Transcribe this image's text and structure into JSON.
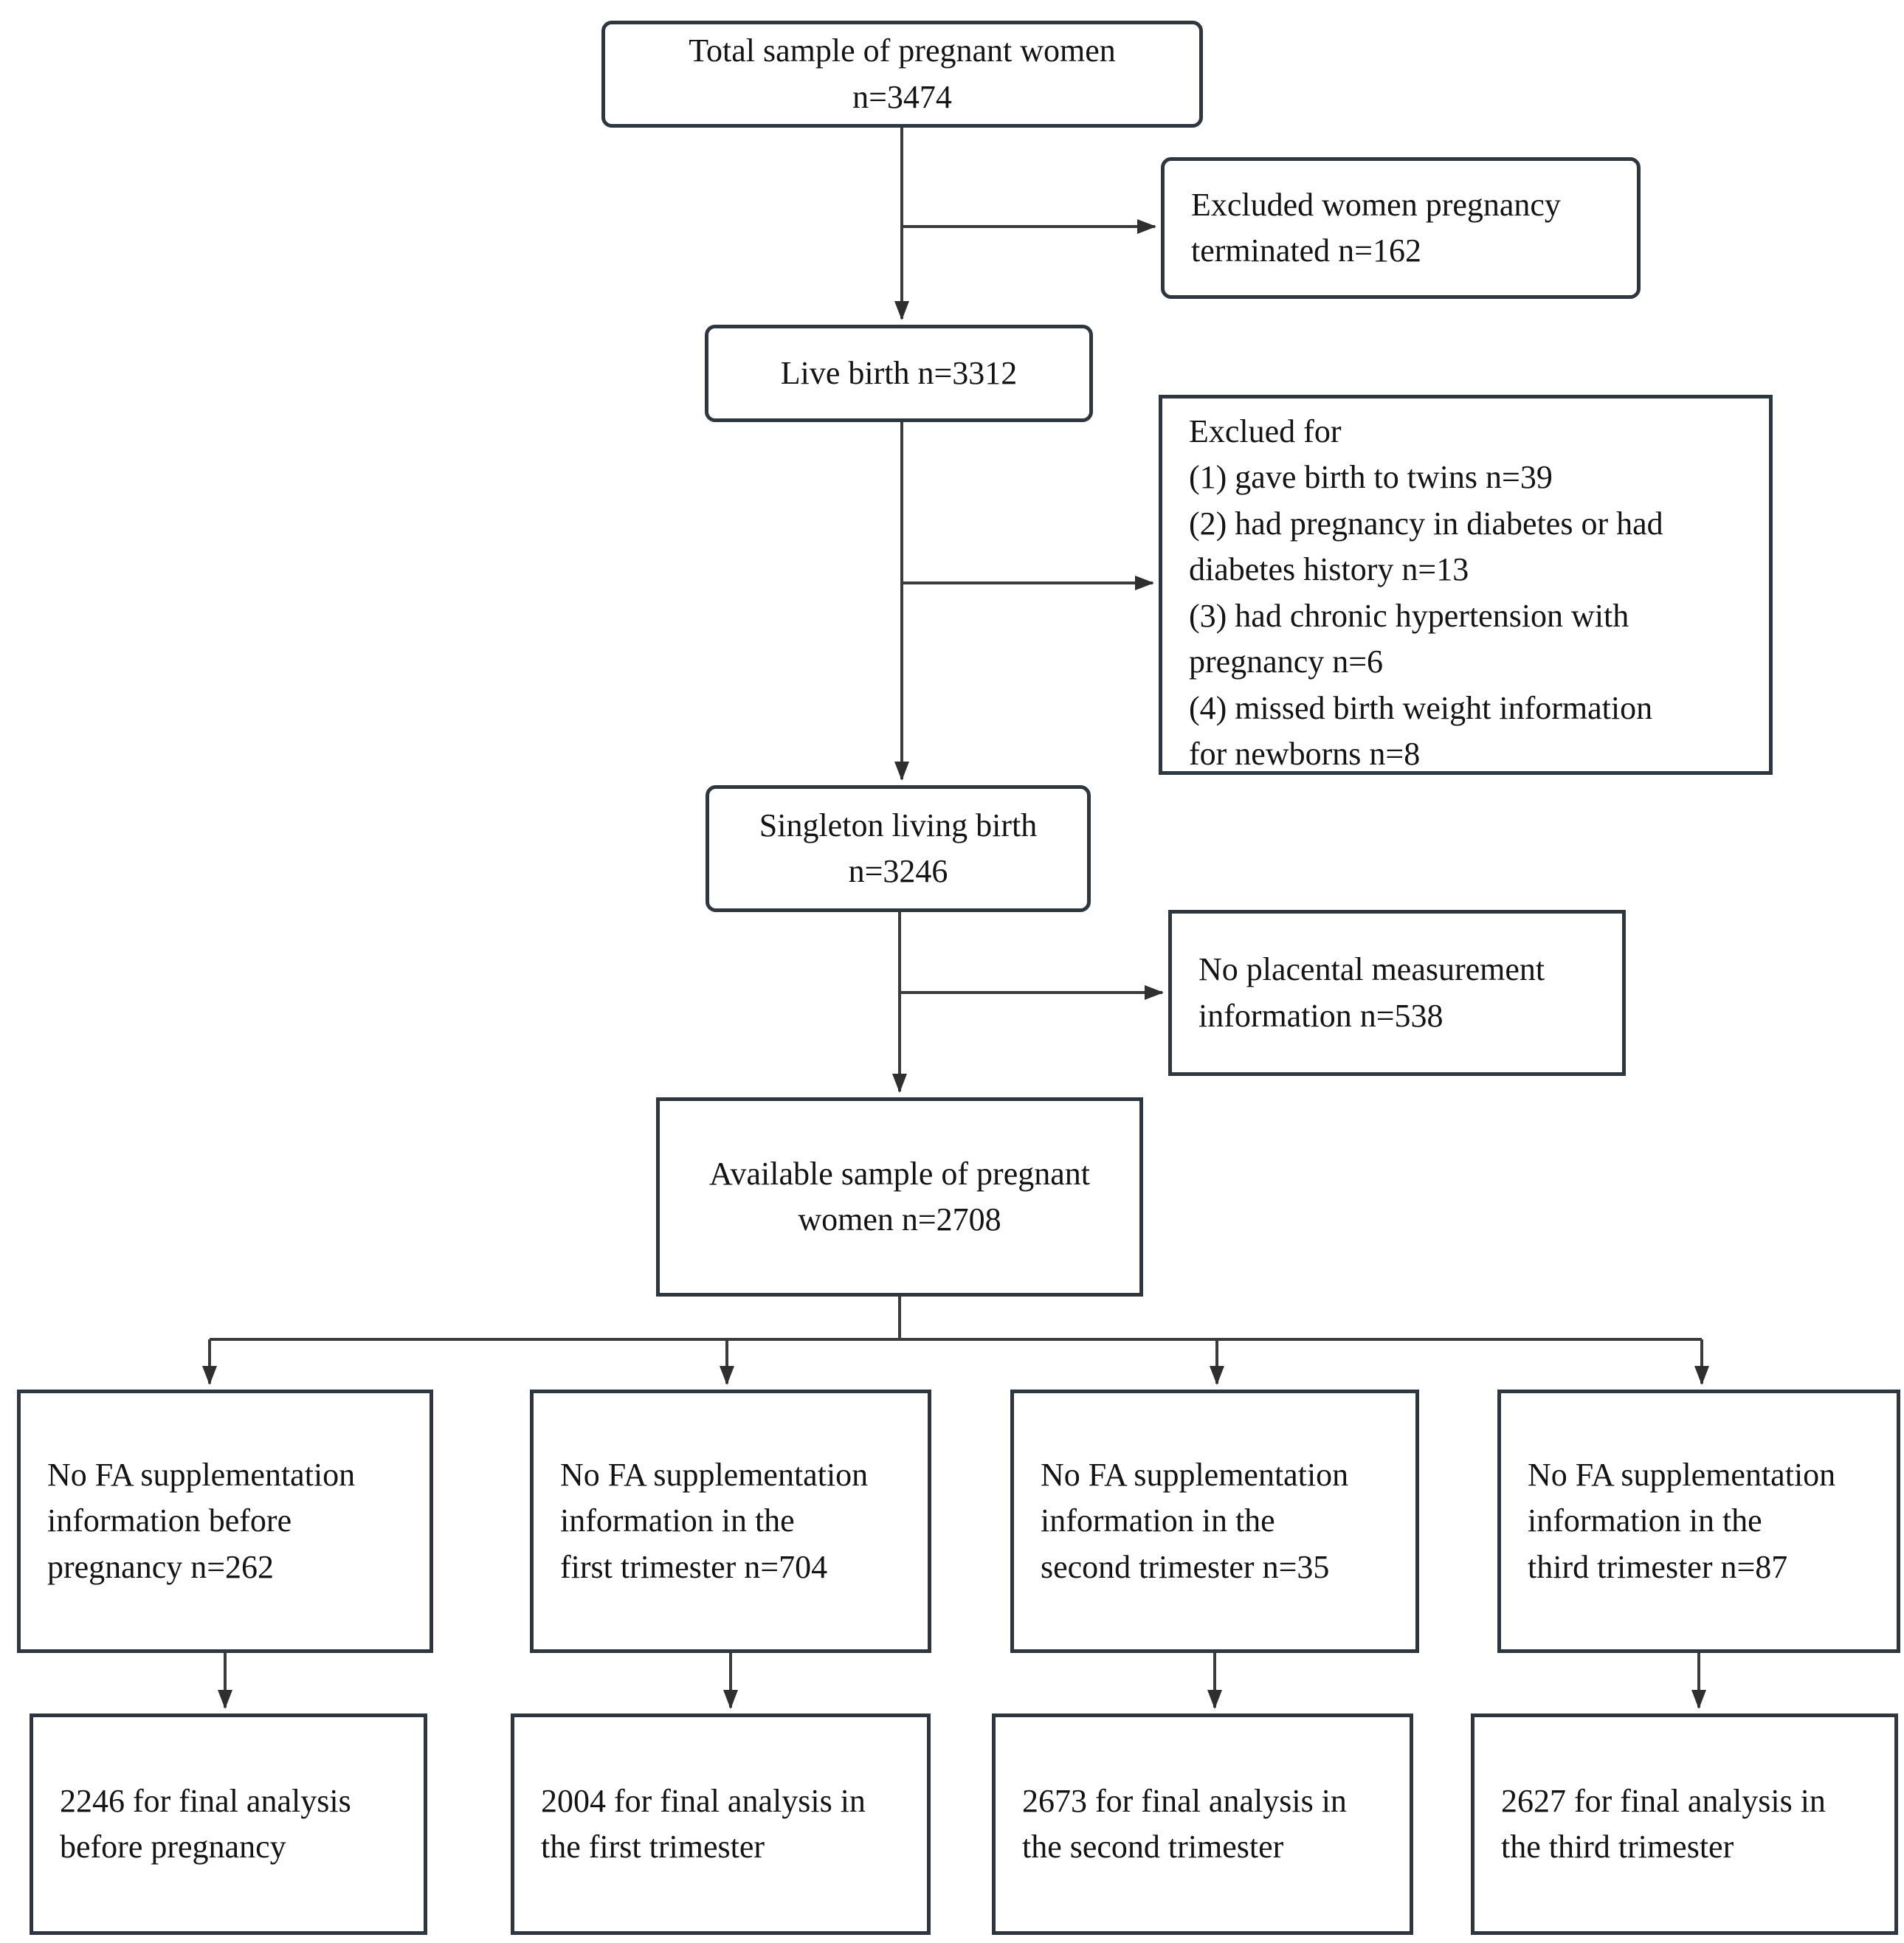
{
  "diagram": {
    "type": "participant-flowchart",
    "boxes": {
      "total": "Total sample of pregnant women\nn=3474",
      "excluded_terminated": "Excluded women pregnancy\nterminated n=162",
      "live_birth": "Live birth n=3312",
      "excluded_reasons": "Exclued for\n(1) gave birth to twins n=39\n(2) had pregnancy in diabetes or had\ndiabetes history n=13\n(3) had chronic hypertension with\npregnancy n=6\n(4) missed birth weight information\nfor newborns n=8",
      "singleton": "Singleton living birth\nn=3246",
      "no_placental": "No placental measurement\ninformation n=538",
      "available": "Available sample of pregnant\nwomen n=2708",
      "no_fa_before": "No FA supplementation\ninformation before\npregnancy n=262",
      "no_fa_first": "No FA supplementation\ninformation in the\nfirst trimester n=704",
      "no_fa_second": "No FA supplementation\ninformation in the\nsecond trimester n=35",
      "no_fa_third": "No FA supplementation\ninformation in the\nthird trimester n=87",
      "final_before": "2246 for final analysis\nbefore pregnancy",
      "final_first": "2004 for final analysis in\nthe first trimester",
      "final_second": "2673 for final analysis in\nthe second trimester",
      "final_third": "2627 for final analysis in\nthe third trimester"
    },
    "counts": {
      "total": 3474,
      "terminated": 162,
      "live_birth": 3312,
      "twins": 39,
      "diabetes": 13,
      "hypertension": 6,
      "missing_birth_weight": 8,
      "singleton": 3246,
      "no_placental": 538,
      "available": 2708,
      "no_fa_before": 262,
      "no_fa_first": 704,
      "no_fa_second": 35,
      "no_fa_third": 87,
      "final_before": 2246,
      "final_first": 2004,
      "final_second": 2673,
      "final_third": 2627
    },
    "colors": {
      "border": "#2e3740",
      "line": "#3b3b3b",
      "text": "#141414",
      "background": "#ffffff"
    }
  }
}
